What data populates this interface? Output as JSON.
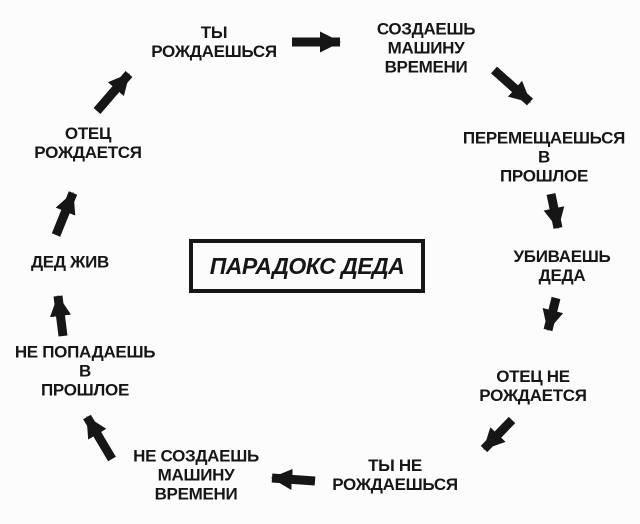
{
  "diagram": {
    "title": "ПАРАДОКС ДЕДА",
    "colors": {
      "background": "#fcfcfc",
      "ink": "#161616"
    },
    "nodes": [
      {
        "id": "you-are-born",
        "label": "ТЫ\nРОЖДАЕШЬСЯ"
      },
      {
        "id": "create-time-machine",
        "label": "СОЗДАЕШЬ\nМАШИНУ\nВРЕМЕНИ"
      },
      {
        "id": "travel-to-past",
        "label": "ПЕРЕМЕЩАЕШЬСЯ\nВ\nПРОШЛОЕ"
      },
      {
        "id": "kill-grandfather",
        "label": "УБИВАЕШЬ\nДЕДА"
      },
      {
        "id": "father-not-born",
        "label": "ОТЕЦ НЕ\nРОЖДАЕТСЯ"
      },
      {
        "id": "you-are-not-born",
        "label": "ТЫ НЕ\nРОЖДАЕШЬСЯ"
      },
      {
        "id": "dont-create-time-machine",
        "label": "НЕ СОЗДАЕШЬ\nМАШИНУ\nВРЕМЕНИ"
      },
      {
        "id": "dont-get-to-past",
        "label": "НЕ ПОПАДАЕШЬ\nВ\nПРОШЛОЕ"
      },
      {
        "id": "grandfather-alive",
        "label": "ДЕД ЖИВ"
      },
      {
        "id": "father-is-born",
        "label": "ОТЕЦ\nРОЖДАЕТСЯ"
      }
    ],
    "edges": [
      {
        "from": "you-are-born",
        "to": "create-time-machine"
      },
      {
        "from": "create-time-machine",
        "to": "travel-to-past"
      },
      {
        "from": "travel-to-past",
        "to": "kill-grandfather"
      },
      {
        "from": "kill-grandfather",
        "to": "father-not-born"
      },
      {
        "from": "father-not-born",
        "to": "you-are-not-born"
      },
      {
        "from": "you-are-not-born",
        "to": "dont-create-time-machine"
      },
      {
        "from": "dont-create-time-machine",
        "to": "dont-get-to-past"
      },
      {
        "from": "dont-get-to-past",
        "to": "grandfather-alive"
      },
      {
        "from": "grandfather-alive",
        "to": "father-is-born"
      },
      {
        "from": "father-is-born",
        "to": "you-are-born"
      }
    ]
  }
}
